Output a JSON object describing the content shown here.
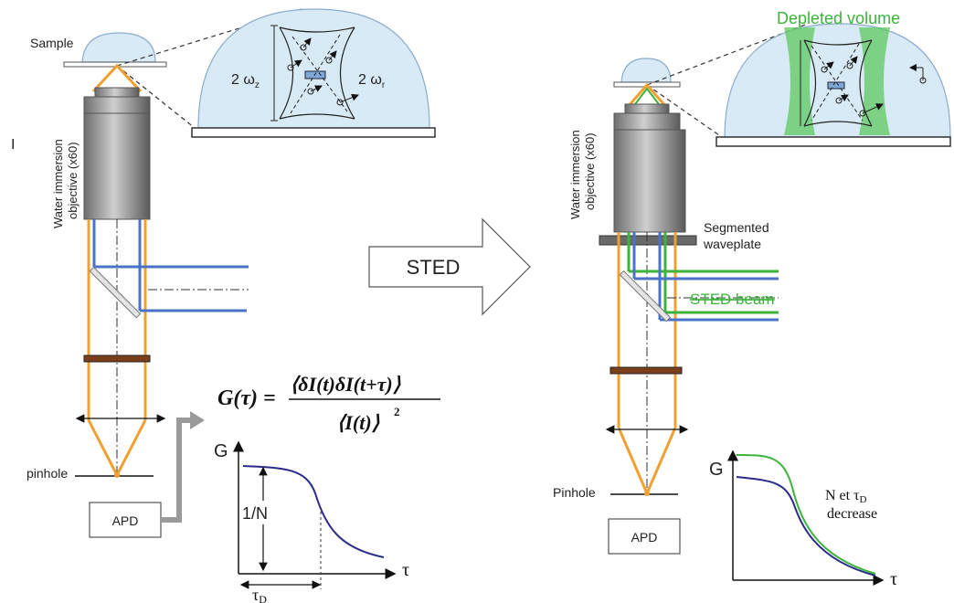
{
  "left": {
    "sample_label": "Sample",
    "objective_label_line1": "Water immersion",
    "objective_label_line2": "objective (x60)",
    "omega_z": "2 ω",
    "omega_z_sub": "z",
    "omega_r": "2 ω",
    "omega_r_sub": "r",
    "pinhole_label": "pinhole",
    "apd_label": "APD",
    "marker": "I"
  },
  "formula": {
    "lhs": "G(τ) =",
    "numerator": "⟨δI(t)δI(t+τ)⟩",
    "denominator": "⟨I(t)⟩",
    "power": "2"
  },
  "left_graph": {
    "y_label": "G",
    "x_label": "τ",
    "amplitude_label": "1/N",
    "tau_label": "τ",
    "tau_sub": "D"
  },
  "arrow_label": "STED",
  "right": {
    "depleted_label": "Depleted volume",
    "objective_label_line1": "Water immersion",
    "objective_label_line2": "objective (x60)",
    "waveplate_line1": "Segmented",
    "waveplate_line2": "waveplate",
    "sted_beam_label": "STED beam",
    "pinhole_label": "Pinhole",
    "apd_label": "APD"
  },
  "right_graph": {
    "y_label": "G",
    "x_label": "τ",
    "note_line1": "N et τ",
    "note_sub": "D",
    "note_line2": "decrease"
  },
  "colors": {
    "laser_orange": "#f0a030",
    "excitation_blue": "#4a72c8",
    "sted_green": "#3cb43c",
    "curve_navy": "#2a2a8a",
    "curve_green": "#3cb43c",
    "sample_fill": "#d8eaf6"
  }
}
